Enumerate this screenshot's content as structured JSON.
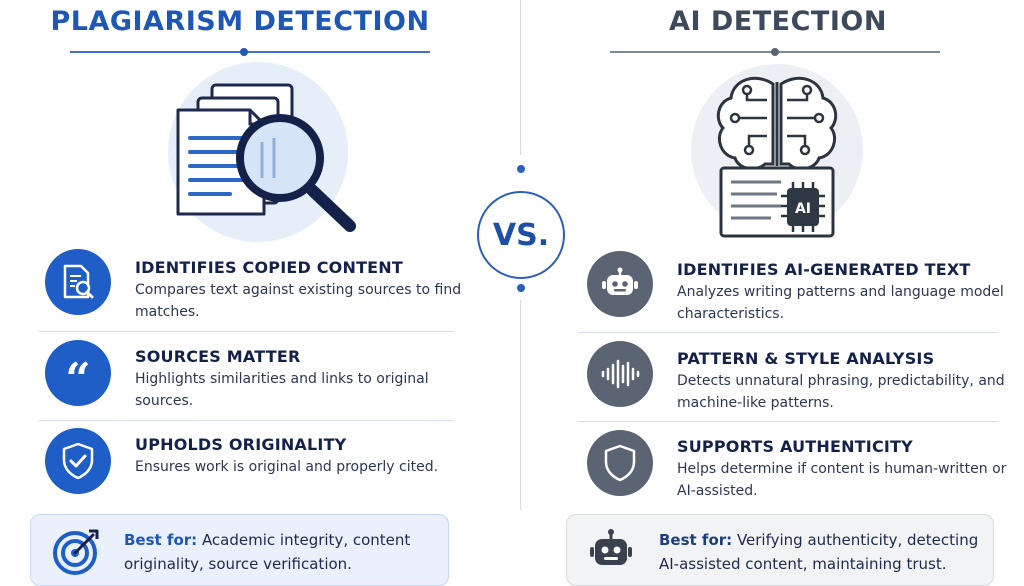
{
  "left": {
    "title": "PLAGIARISM DETECTION",
    "features": [
      {
        "title": "IDENTIFIES COPIED CONTENT",
        "desc": "Compares text against existing sources to find matches.",
        "icon": "document-search-icon"
      },
      {
        "title": "SOURCES MATTER",
        "desc": "Highlights similarities and links to original sources.",
        "icon": "quote-icon"
      },
      {
        "title": "UPHOLDS ORIGINALITY",
        "desc": "Ensures work is original and properly cited.",
        "icon": "shield-check-icon"
      }
    ],
    "best_label": "Best for:",
    "best_text": "Academic integrity, content originality, source verification.",
    "accent": "#1f5ec7"
  },
  "center": {
    "vs": "VS."
  },
  "right": {
    "title": "AI DETECTION",
    "features": [
      {
        "title": "IDENTIFIES AI-GENERATED TEXT",
        "desc": "Analyzes writing patterns and language model characteristics.",
        "icon": "robot-icon"
      },
      {
        "title": "PATTERN & STYLE ANALYSIS",
        "desc": "Detects unnatural phrasing, predictability, and machine-like patterns.",
        "icon": "sound-wave-icon"
      },
      {
        "title": "SUPPORTS AUTHENTICITY",
        "desc": "Helps determine if content is human-written or AI-assisted.",
        "icon": "shield-icon"
      }
    ],
    "best_label": "Best for:",
    "best_text": "Verifying authenticity, detecting AI-assisted content, maintaining trust.",
    "chip_label": "AI",
    "accent": "#5b6472"
  }
}
